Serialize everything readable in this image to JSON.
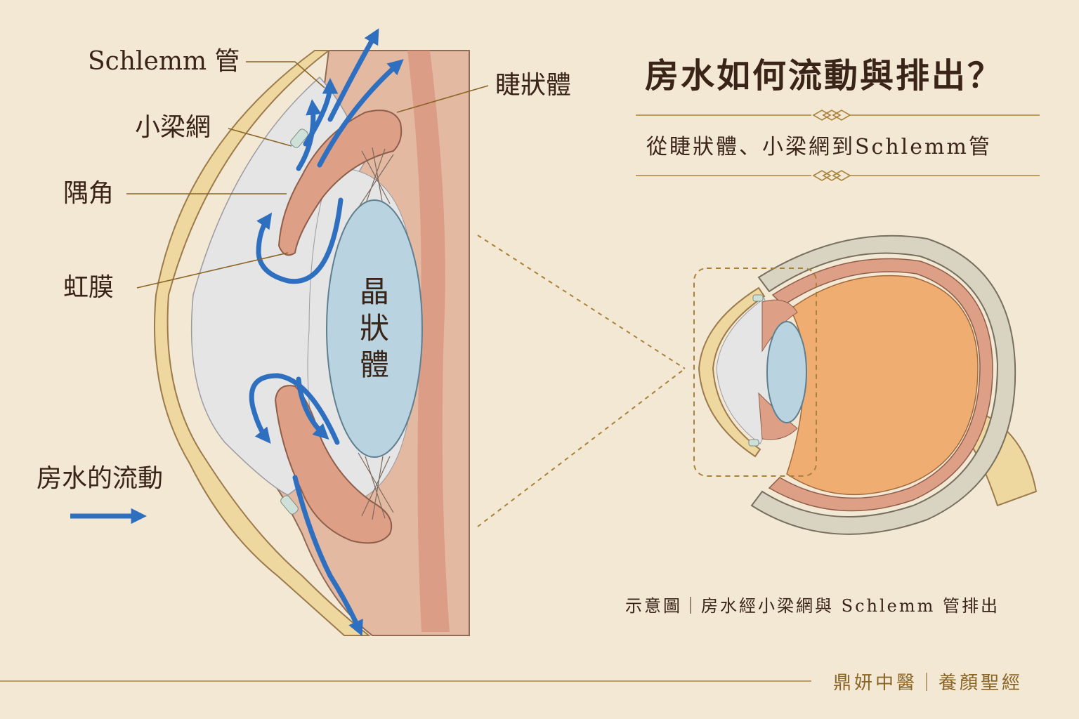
{
  "labels": {
    "schlemm": "Schlemm 管",
    "trabecular": "小梁網",
    "angle": "隅角",
    "iris": "虹膜",
    "ciliary": "睫狀體",
    "lens": "晶狀體"
  },
  "legend": {
    "text": "房水的流動"
  },
  "header": {
    "title": "房水如何流動與排出？",
    "subtitle": "從睫狀體、小梁網到Schlemm管"
  },
  "caption": "示意圖｜房水經小梁網與 Schlemm 管排出",
  "footer": "鼎妍中醫｜養顏聖經",
  "colors": {
    "background": "#f3e8d4",
    "cornea": "#efd7a0",
    "sclera": "#d9d4c2",
    "tissue": "#dd9f86",
    "aqueous": "#e5e5e6",
    "lens": "#b9d4e0",
    "arrow": "#2f6fc0",
    "accent": "#a8823a"
  }
}
